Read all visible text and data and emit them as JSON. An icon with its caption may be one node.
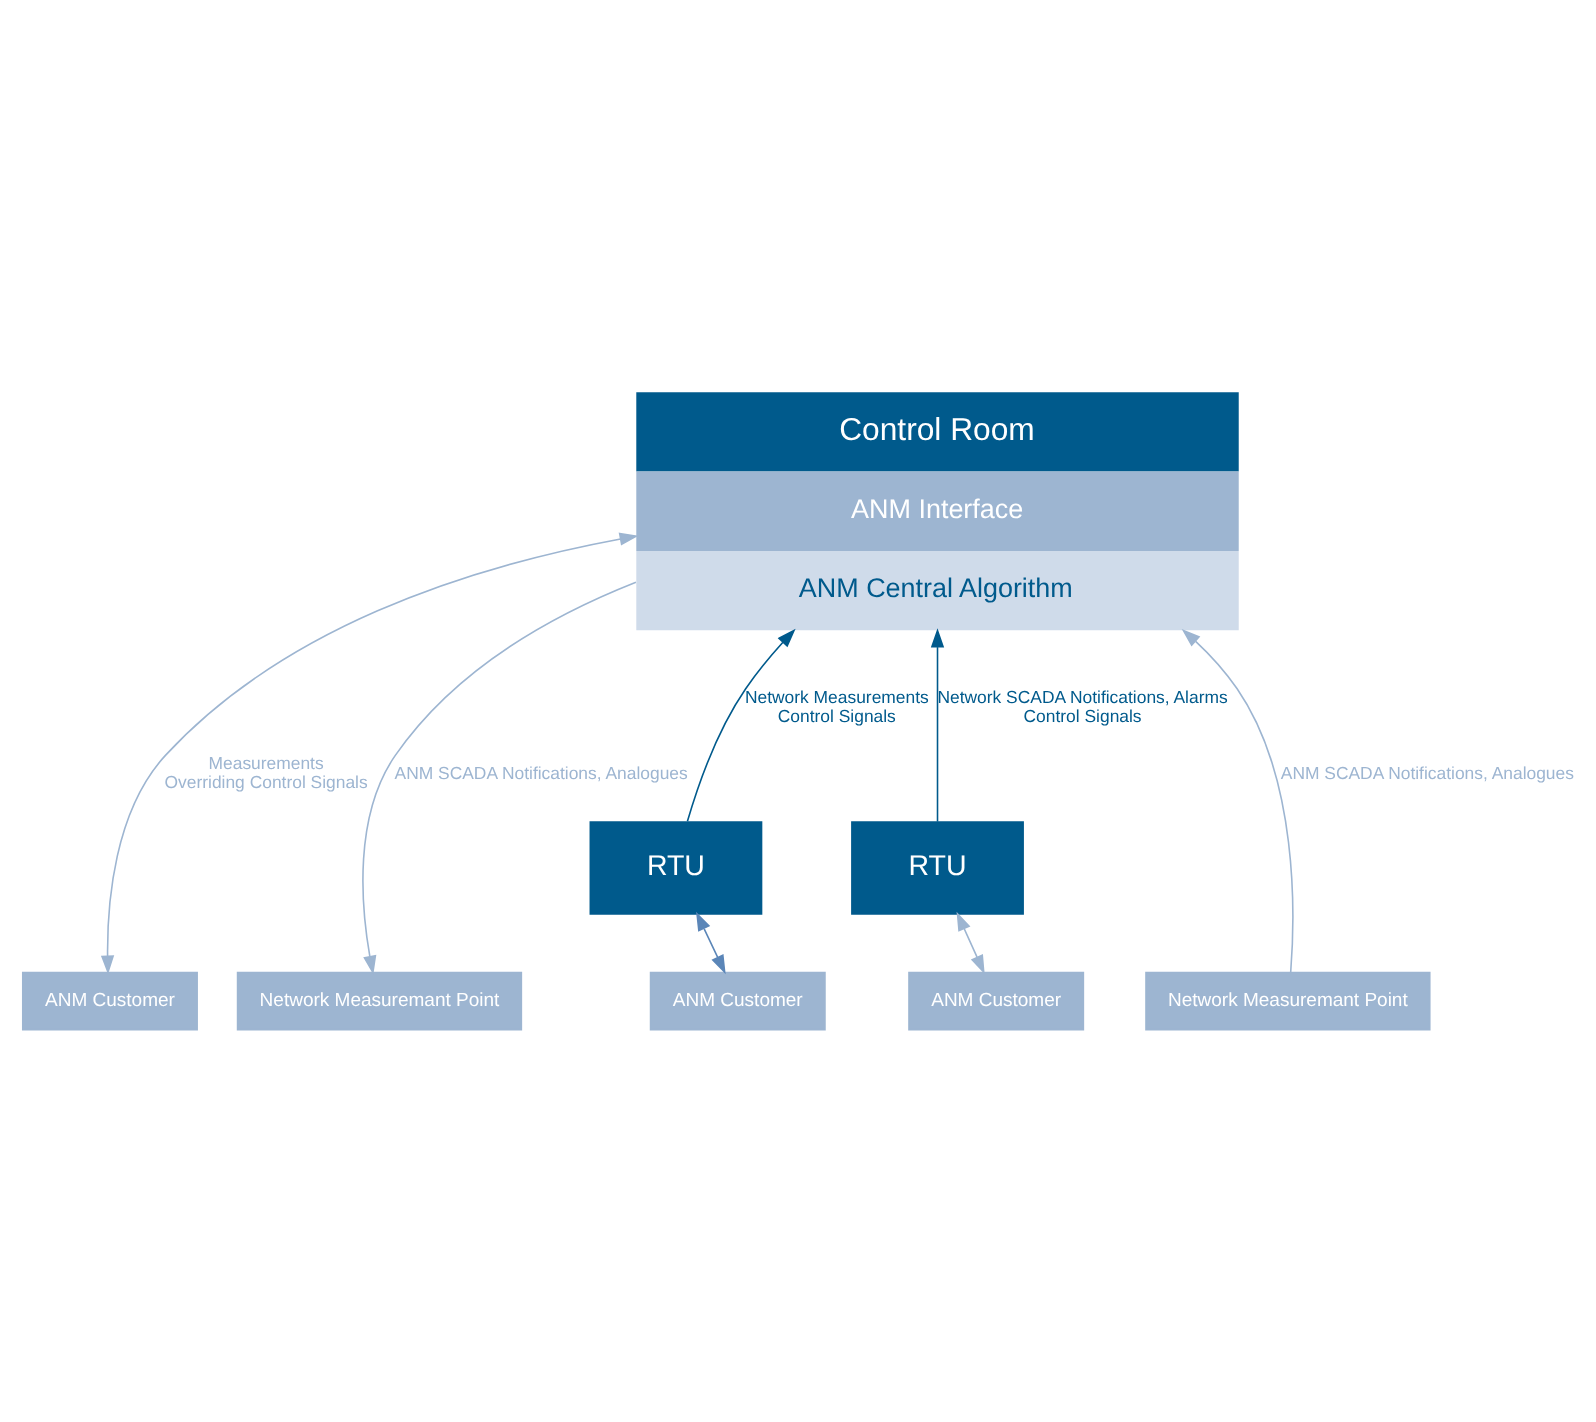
{
  "diagram": {
    "nodes": [
      {
        "text": [
          "Control Room",
          "ANM Interface",
          "ANM Central Algorithm"
        ]
      },
      {
        "text": [
          "RTU"
        ]
      },
      {
        "text": [
          "RTU"
        ]
      },
      {
        "text": [
          "Network Measuremant Point"
        ]
      },
      {
        "text": [
          "ANM Customer"
        ]
      },
      {
        "text": [
          "ANM Customer"
        ]
      },
      {
        "text": [
          "ANM Customer"
        ]
      },
      {
        "text": [
          "Network Measuremant Point"
        ]
      }
    ],
    "edges": [
      {
        "from": 3,
        "to": 0,
        "arrow": "to",
        "label": "ANM SCADA Notifications, Analogues"
      },
      {
        "from": 1,
        "to": 0,
        "arrow": "to",
        "label": [
          "Network Measurements",
          "Control Signals"
        ],
        "color": "#005a8c"
      },
      {
        "from": 0,
        "to": 5,
        "arrow": "both",
        "label": [
          "Measurements",
          "Overriding Control Signals"
        ]
      },
      {
        "from": 2,
        "to": 0,
        "arrow": "to",
        "label": [
          "Network SCADA Notifications, Alarms",
          "Control Signals"
        ],
        "color": "#005a8c"
      },
      {
        "from": 0,
        "to": 7,
        "arrow": "to",
        "label": "ANM SCADA Notifications, Analogues"
      },
      {
        "from": 1,
        "to": 4,
        "arrow": "both",
        "color": "#5b86b8"
      },
      {
        "from": 2,
        "to": 6,
        "arrow": "both"
      }
    ]
  }
}
